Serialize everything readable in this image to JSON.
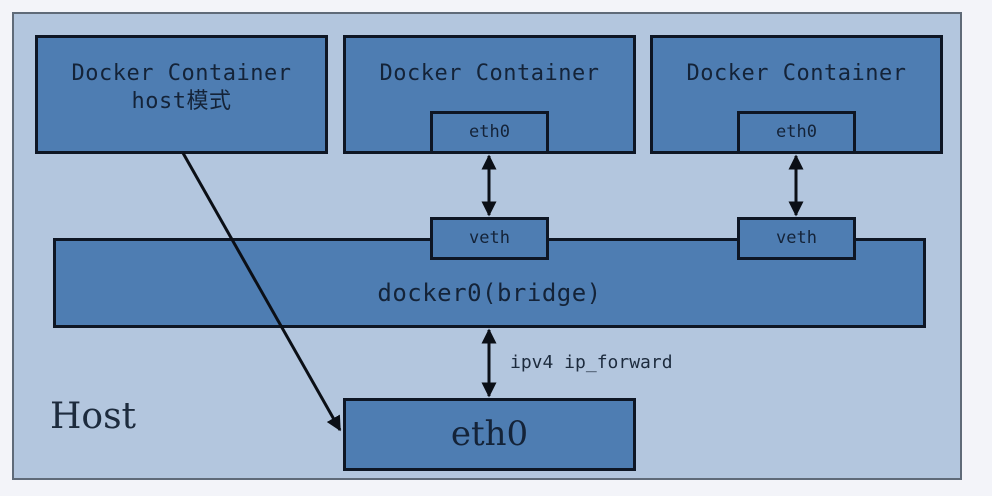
{
  "diagram": {
    "containers": [
      {
        "title": "Docker Container",
        "subtitle": "host模式"
      },
      {
        "title": "Docker Container",
        "interface": "eth0"
      },
      {
        "title": "Docker Container",
        "interface": "eth0"
      }
    ],
    "veth_labels": [
      "veth",
      "veth"
    ],
    "bridge_label": "docker0(bridge)",
    "forward_label": "ipv4 ip_forward",
    "host_label": "Host",
    "host_interface": "eth0"
  },
  "colors": {
    "frame_bg": "#b3c6de",
    "box_fill": "#4e7db2",
    "border": "#0e1624"
  }
}
